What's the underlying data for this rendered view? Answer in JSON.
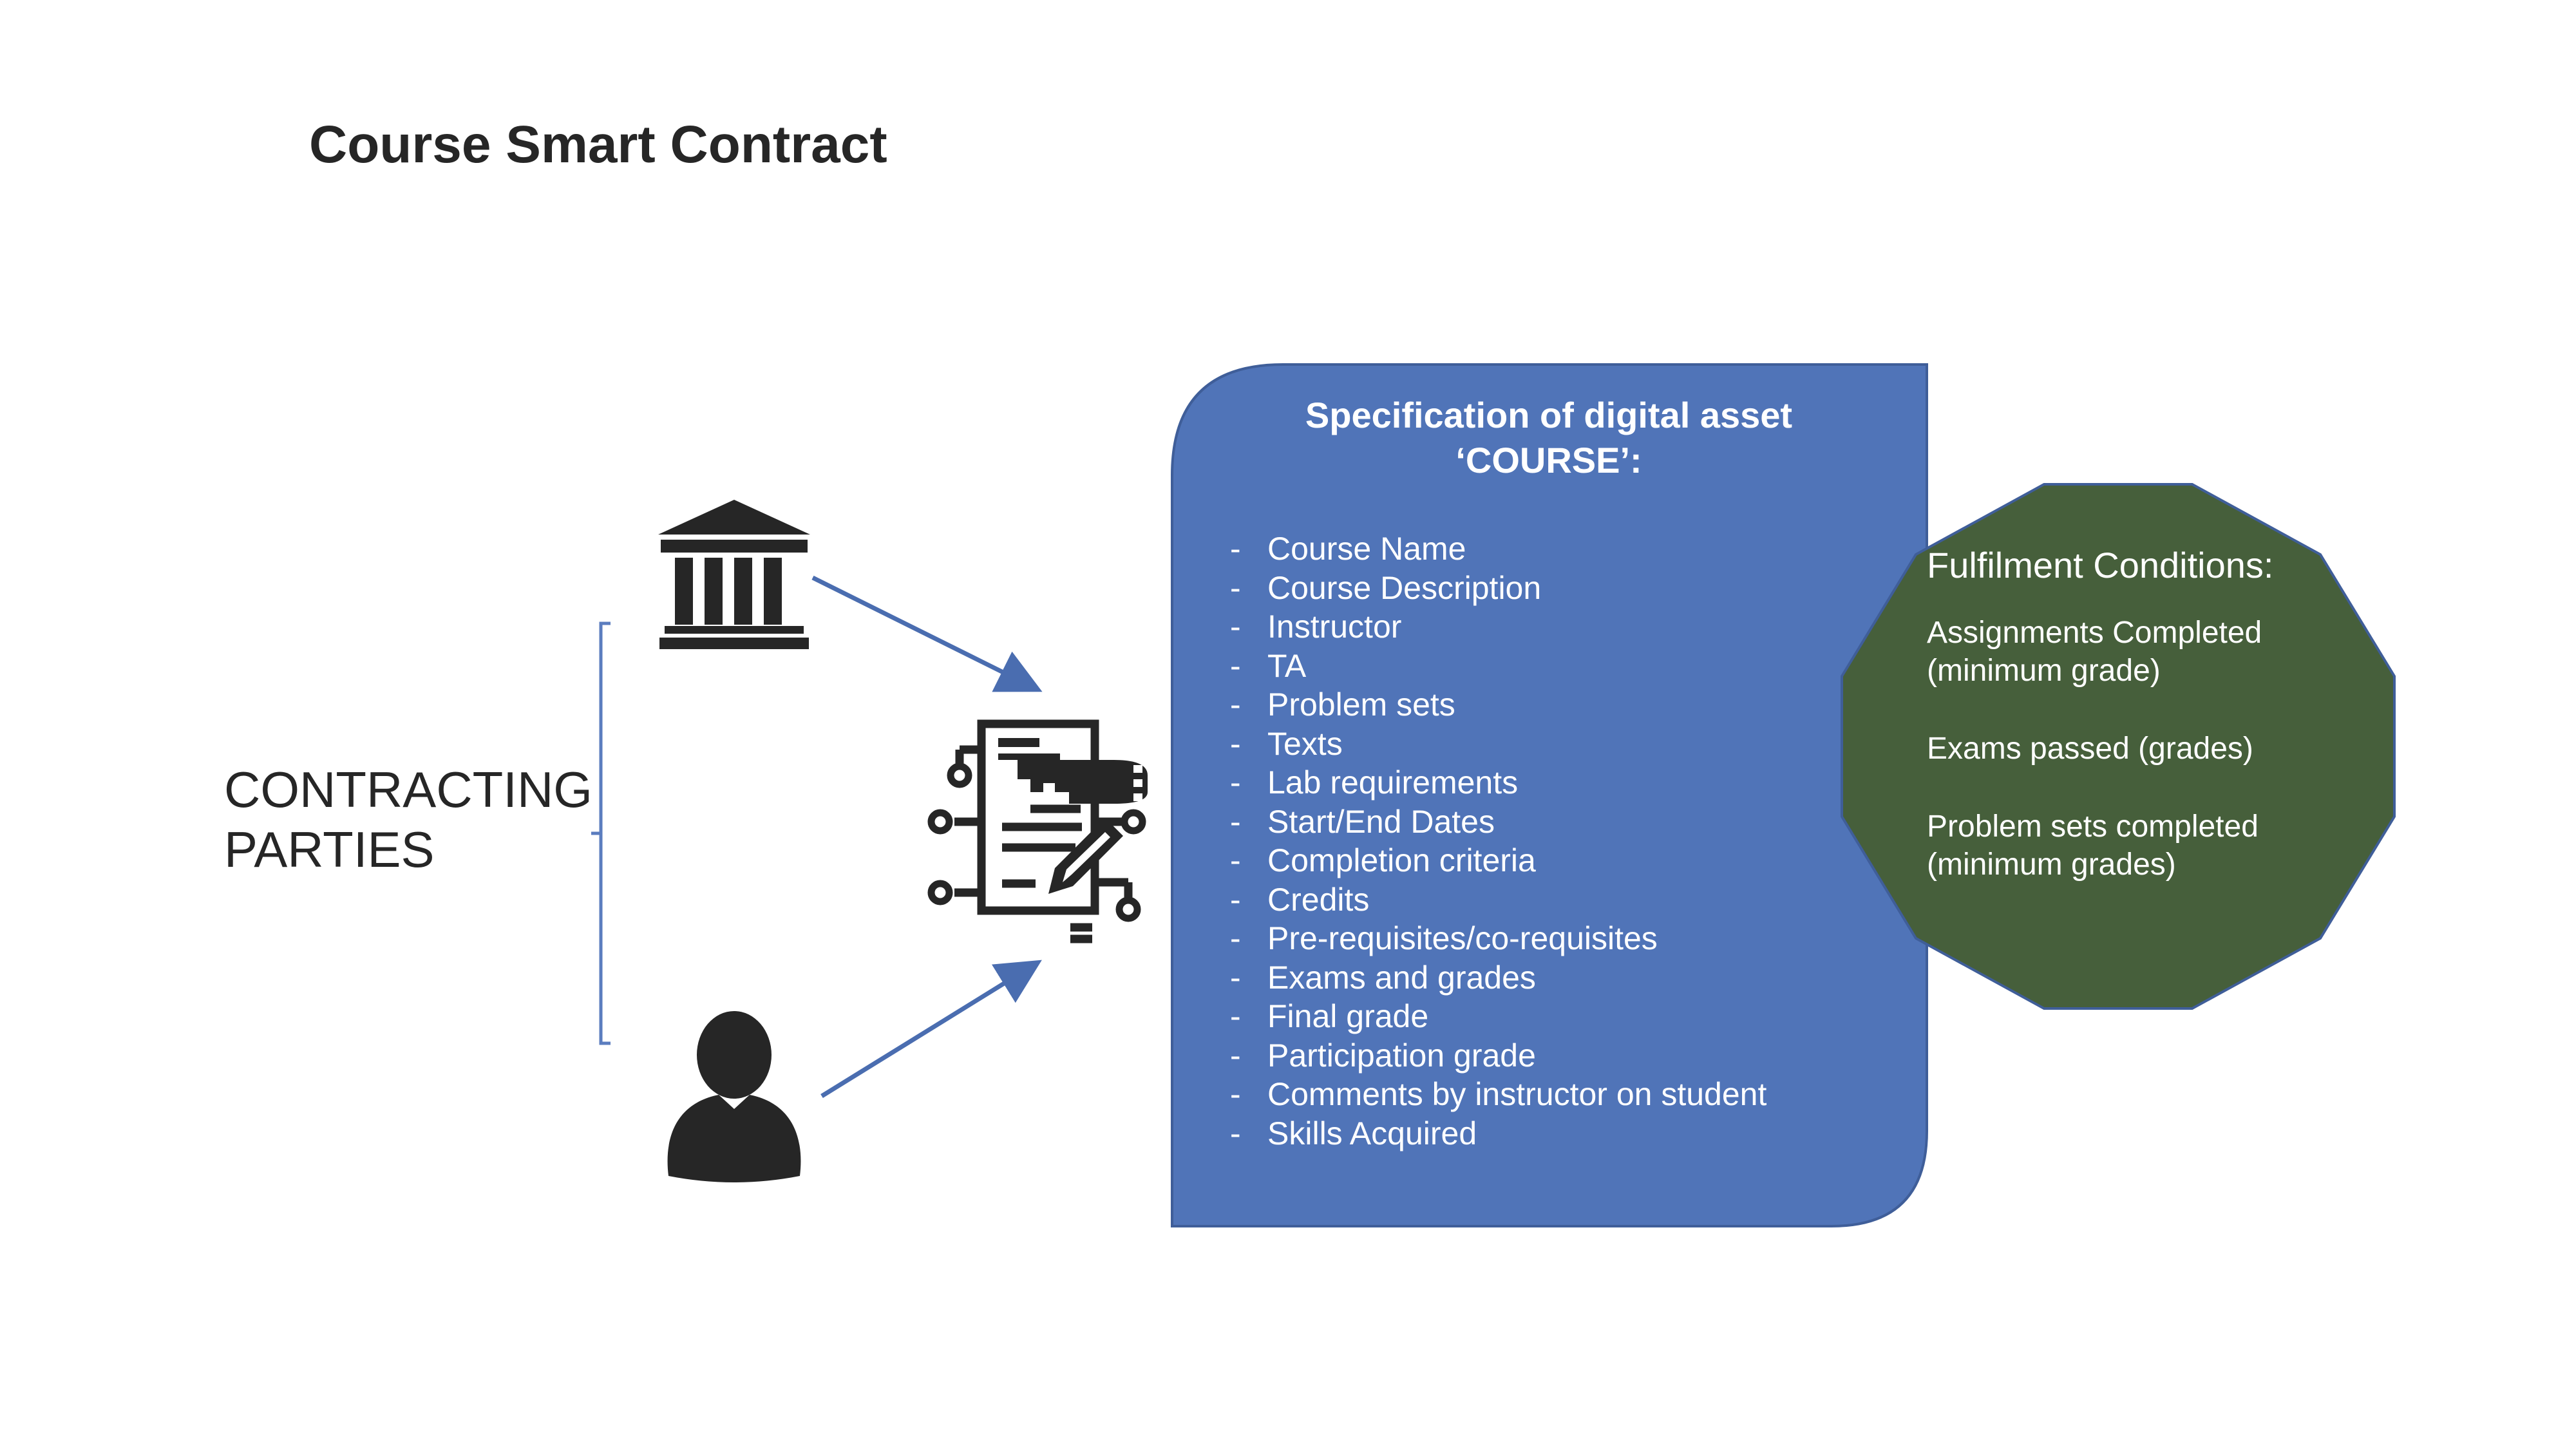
{
  "title": "Course Smart Contract",
  "parties": {
    "line1": "CONTRACTING",
    "line2": "PARTIES"
  },
  "spec": {
    "title_line1": "Specification of digital asset",
    "title_line2": "‘COURSE’:",
    "dash": "-",
    "items": [
      "Course Name",
      "Course Description",
      "Instructor",
      "TA",
      "Problem sets",
      "Texts",
      "Lab requirements",
      "Start/End Dates",
      "Completion criteria",
      "Credits",
      "Pre-requisites/co-requisites",
      "Exams and grades",
      "Final grade",
      "Participation grade",
      "Comments by instructor on student",
      "Skills Acquired"
    ]
  },
  "conditions": {
    "title": "Fulfilment Conditions:",
    "items": [
      [
        "Assignments Completed",
        "(minimum grade)"
      ],
      [
        "Exams passed (grades)"
      ],
      [
        "Problem sets completed",
        "(minimum grades)"
      ]
    ]
  },
  "icons": {
    "institution": "bank-building-icon",
    "person": "person-icon",
    "contract": "smart-contract-icon"
  },
  "colors": {
    "spec_box": "#5074B8",
    "spec_border": "#3F5E99",
    "conditions_box": "#465F3B",
    "conditions_border": "#3F5E99",
    "arrow": "#4A6DB0",
    "bracket": "#5B7DBF",
    "icon": "#262626"
  }
}
